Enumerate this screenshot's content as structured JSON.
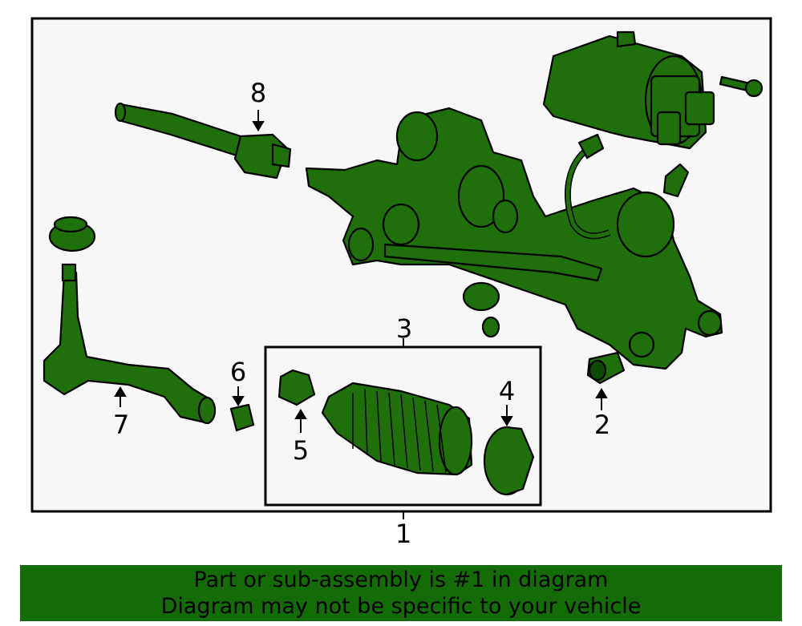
{
  "callouts": {
    "c1": "1",
    "c2": "2",
    "c3": "3",
    "c4": "4",
    "c5": "5",
    "c6": "6",
    "c7": "7",
    "c8": "8"
  },
  "footer": {
    "line1": "Part or sub-assembly is #1 in diagram",
    "line2": "Diagram may not be specific to your vehicle"
  },
  "colors": {
    "part_fill": "#1f6f0a",
    "frame_bg": "#f7f7f7",
    "footer_bg": "#156b08"
  }
}
